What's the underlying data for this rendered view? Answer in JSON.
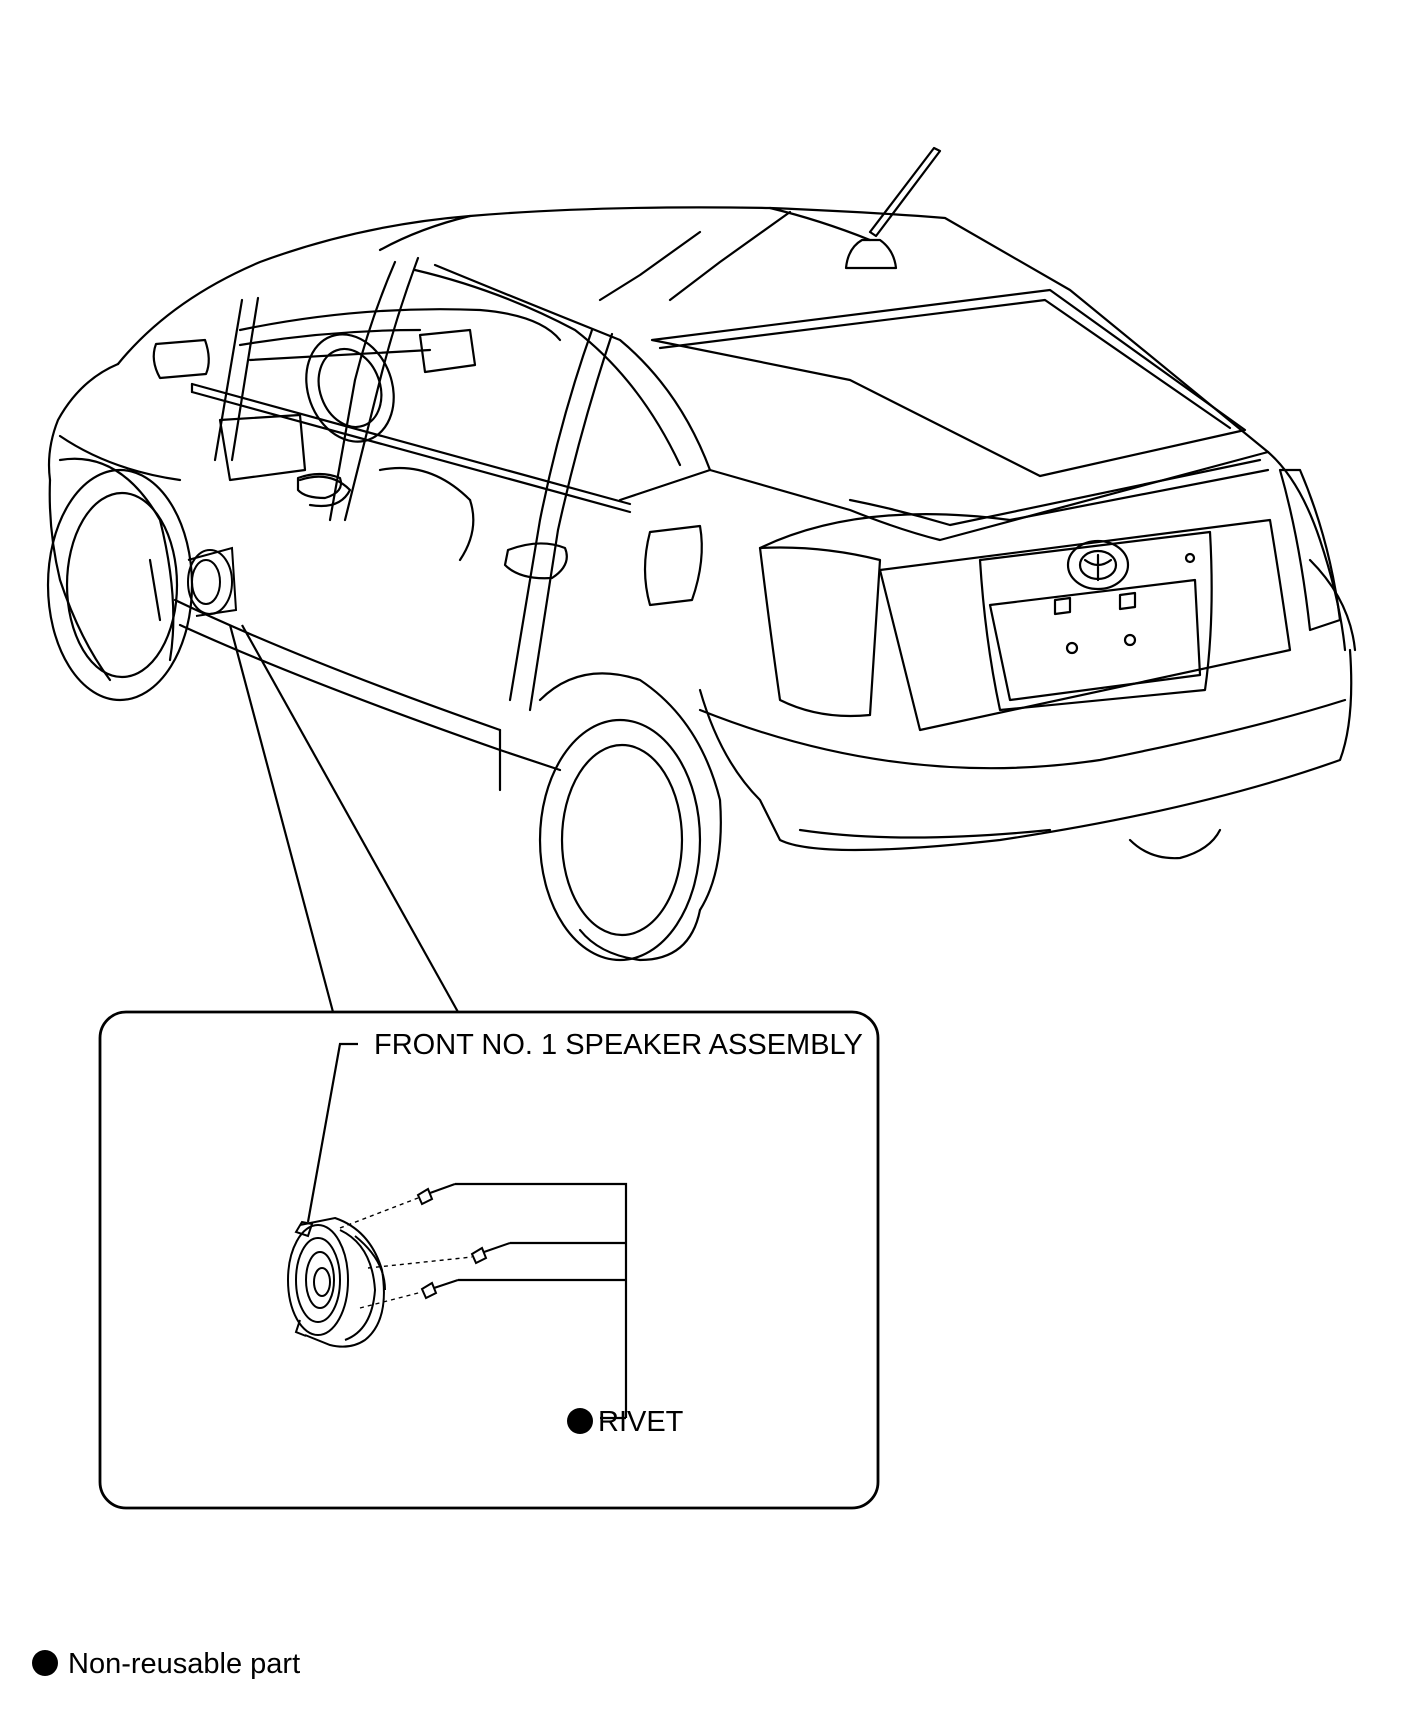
{
  "callouts": {
    "speaker": "FRONT NO. 1 SPEAKER ASSEMBLY",
    "rivet": "RIVET"
  },
  "legend": {
    "text": "Non-reusable part",
    "symbol": "filled-circle"
  },
  "colors": {
    "line": "#000000",
    "background": "#ffffff"
  }
}
